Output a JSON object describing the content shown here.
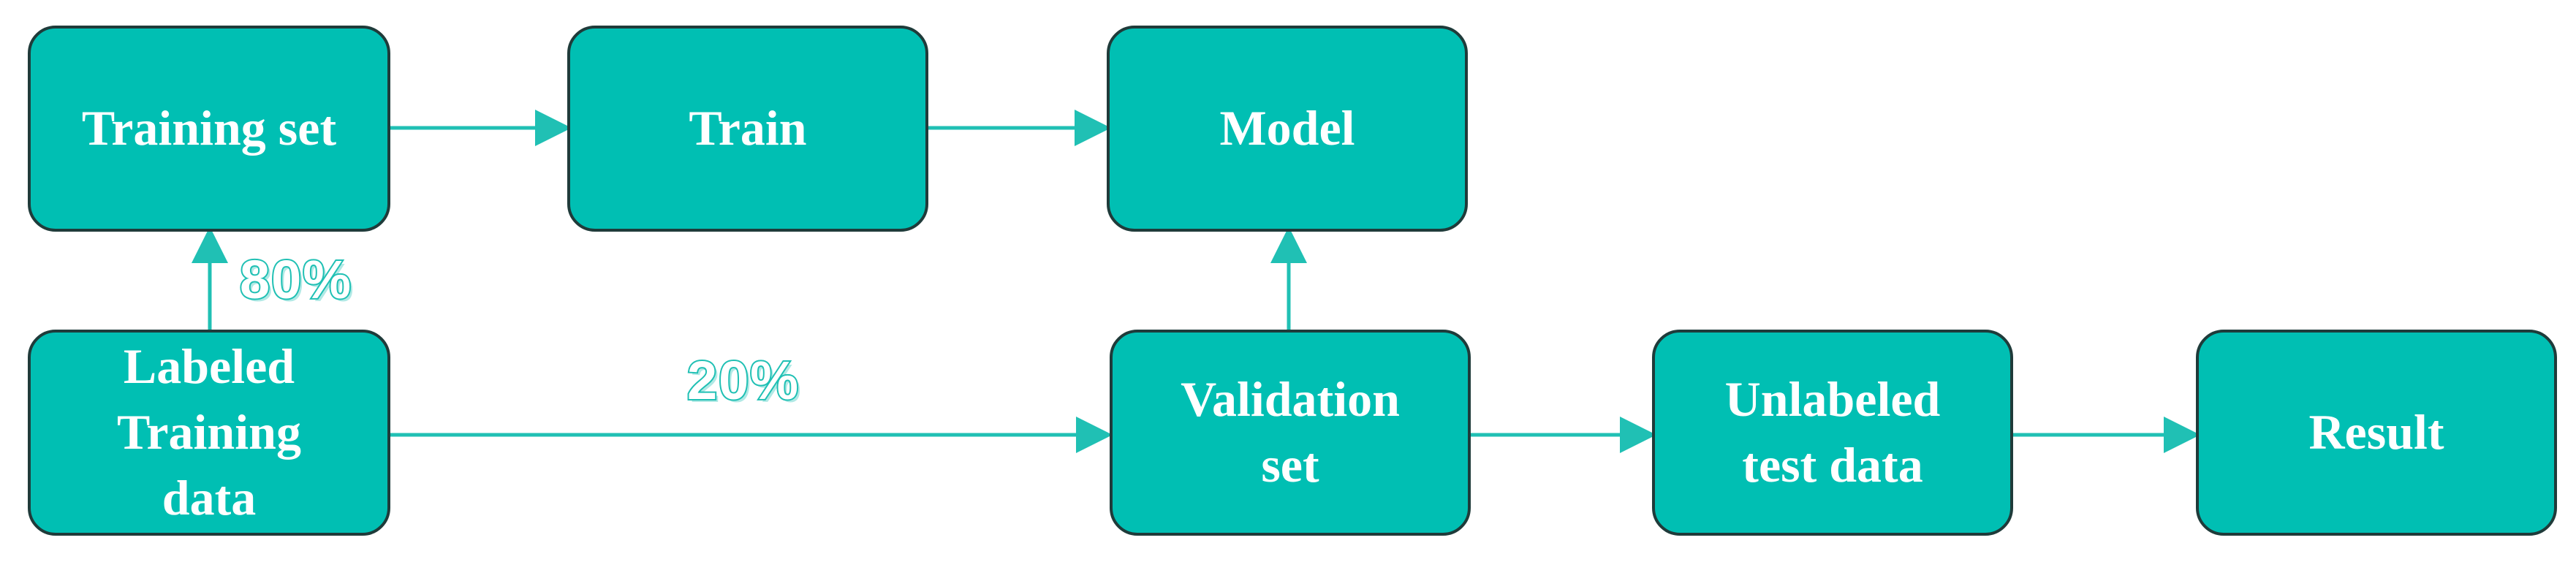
{
  "colors": {
    "node_fill": "#00BFB3",
    "node_border": "#1f3b3a",
    "node_text": "#ffffff",
    "edge": "#20c0b4"
  },
  "nodes": {
    "training_set": "Training set",
    "train": "Train",
    "model": "Model",
    "labeled_training_data": "Labeled\nTraining\ndata",
    "validation_set": "Validation\nset",
    "unlabeled_test_data": "Unlabeled\ntest data",
    "result": "Result"
  },
  "edge_labels": {
    "split_training": "80%",
    "split_validation": "20%"
  },
  "edges": [
    {
      "from": "labeled_training_data",
      "to": "training_set",
      "label": "80%"
    },
    {
      "from": "training_set",
      "to": "train"
    },
    {
      "from": "train",
      "to": "model"
    },
    {
      "from": "labeled_training_data",
      "to": "validation_set",
      "label": "20%"
    },
    {
      "from": "validation_set",
      "to": "model"
    },
    {
      "from": "validation_set",
      "to": "unlabeled_test_data"
    },
    {
      "from": "unlabeled_test_data",
      "to": "result"
    }
  ]
}
